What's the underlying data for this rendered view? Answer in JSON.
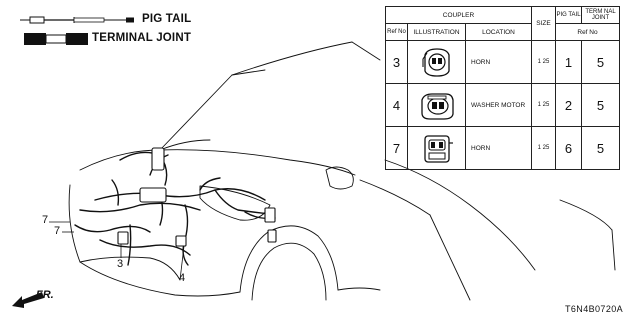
{
  "legend": {
    "pig_tail": "PIG TAIL",
    "terminal_joint": "TERMINAL JOINT"
  },
  "table": {
    "headers": {
      "coupler": "COUPLER",
      "size": "SIZE",
      "pig_tail": "PIG TAIL",
      "terminal_joint": "TERM NAL JOINT",
      "ref_no": "Ref No",
      "illustration": "ILLUSTRATION",
      "location": "LOCATION",
      "ref_no_2": "Ref No"
    },
    "rows": [
      {
        "ref": "3",
        "location": "HORN",
        "size": "1 25",
        "pig_tail": "1",
        "terminal_joint": "5"
      },
      {
        "ref": "4",
        "location": "WASHER MOTOR",
        "size": "1 25",
        "pig_tail": "2",
        "terminal_joint": "5"
      },
      {
        "ref": "7",
        "location": "HORN",
        "size": "1 25",
        "pig_tail": "6",
        "terminal_joint": "5"
      }
    ]
  },
  "callouts": {
    "c7a": "7",
    "c7b": "7",
    "c3": "3",
    "c4": "4"
  },
  "direction_label": "FR.",
  "catalog_code": "T6N4B0720A"
}
